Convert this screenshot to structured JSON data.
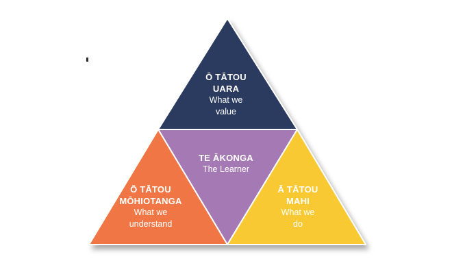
{
  "diagram": {
    "top": {
      "title_line1": "Ō TĀTOU",
      "title_line2": "UARA",
      "sub_line1": "What we",
      "sub_line2": "value",
      "color": "#2b3a5e"
    },
    "middle": {
      "title_line1": "TE ĀKONGA",
      "sub_line1": "The Learner",
      "color": "#a57ab4"
    },
    "left": {
      "title_line1": "Ō TĀTOU",
      "title_line2": "MŌHIOTANGA",
      "sub_line1": "What we",
      "sub_line2": "understand",
      "color": "#f07744"
    },
    "right": {
      "title_line1": "Ā TĀTOU",
      "title_line2": "MAHI",
      "sub_line1": "What we",
      "sub_line2": "do",
      "color": "#f8c931"
    }
  }
}
